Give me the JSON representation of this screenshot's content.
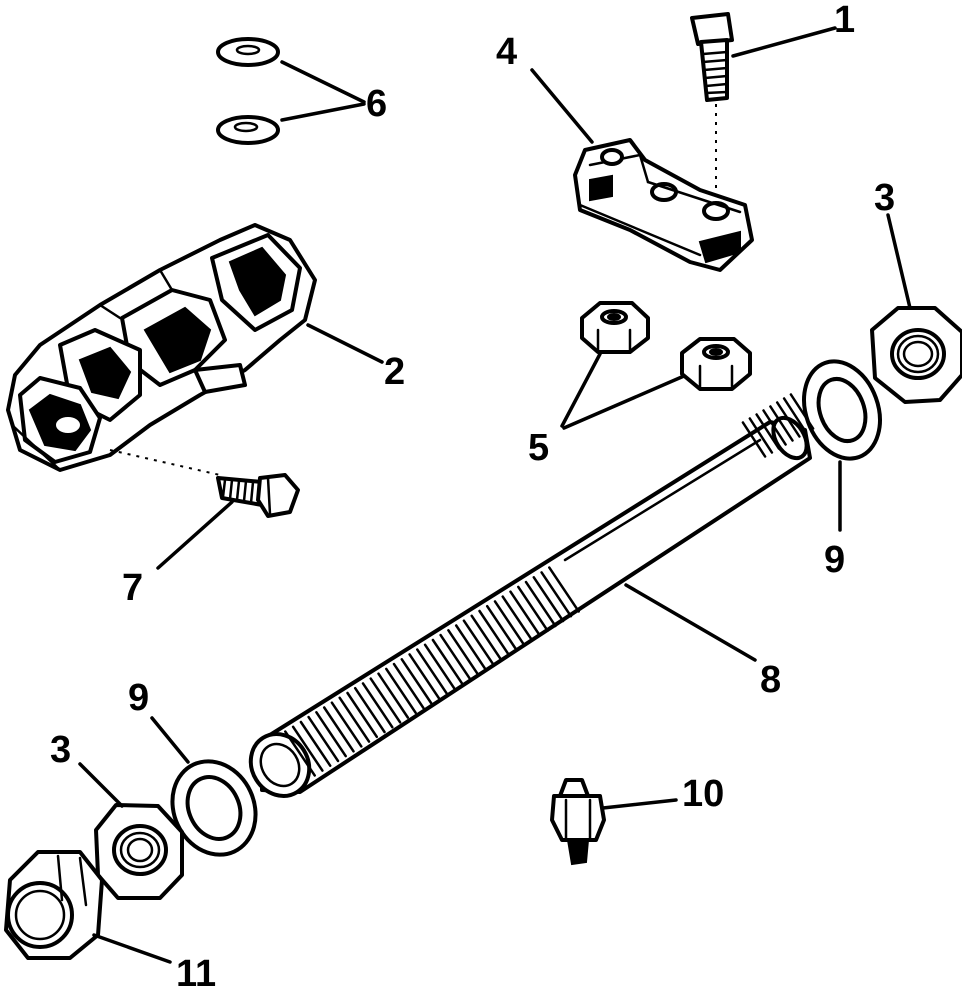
{
  "diagram": {
    "callouts": [
      {
        "id": "c1",
        "label": "1"
      },
      {
        "id": "c2",
        "label": "2"
      },
      {
        "id": "c3a",
        "label": "3"
      },
      {
        "id": "c3b",
        "label": "3"
      },
      {
        "id": "c4",
        "label": "4"
      },
      {
        "id": "c5",
        "label": "5"
      },
      {
        "id": "c6",
        "label": "6"
      },
      {
        "id": "c7",
        "label": "7"
      },
      {
        "id": "c8",
        "label": "8"
      },
      {
        "id": "c9a",
        "label": "9"
      },
      {
        "id": "c9b",
        "label": "9"
      },
      {
        "id": "c10",
        "label": "10"
      },
      {
        "id": "c11",
        "label": "11"
      }
    ],
    "colors": {
      "ink": "#000000",
      "paper": "#ffffff"
    }
  }
}
